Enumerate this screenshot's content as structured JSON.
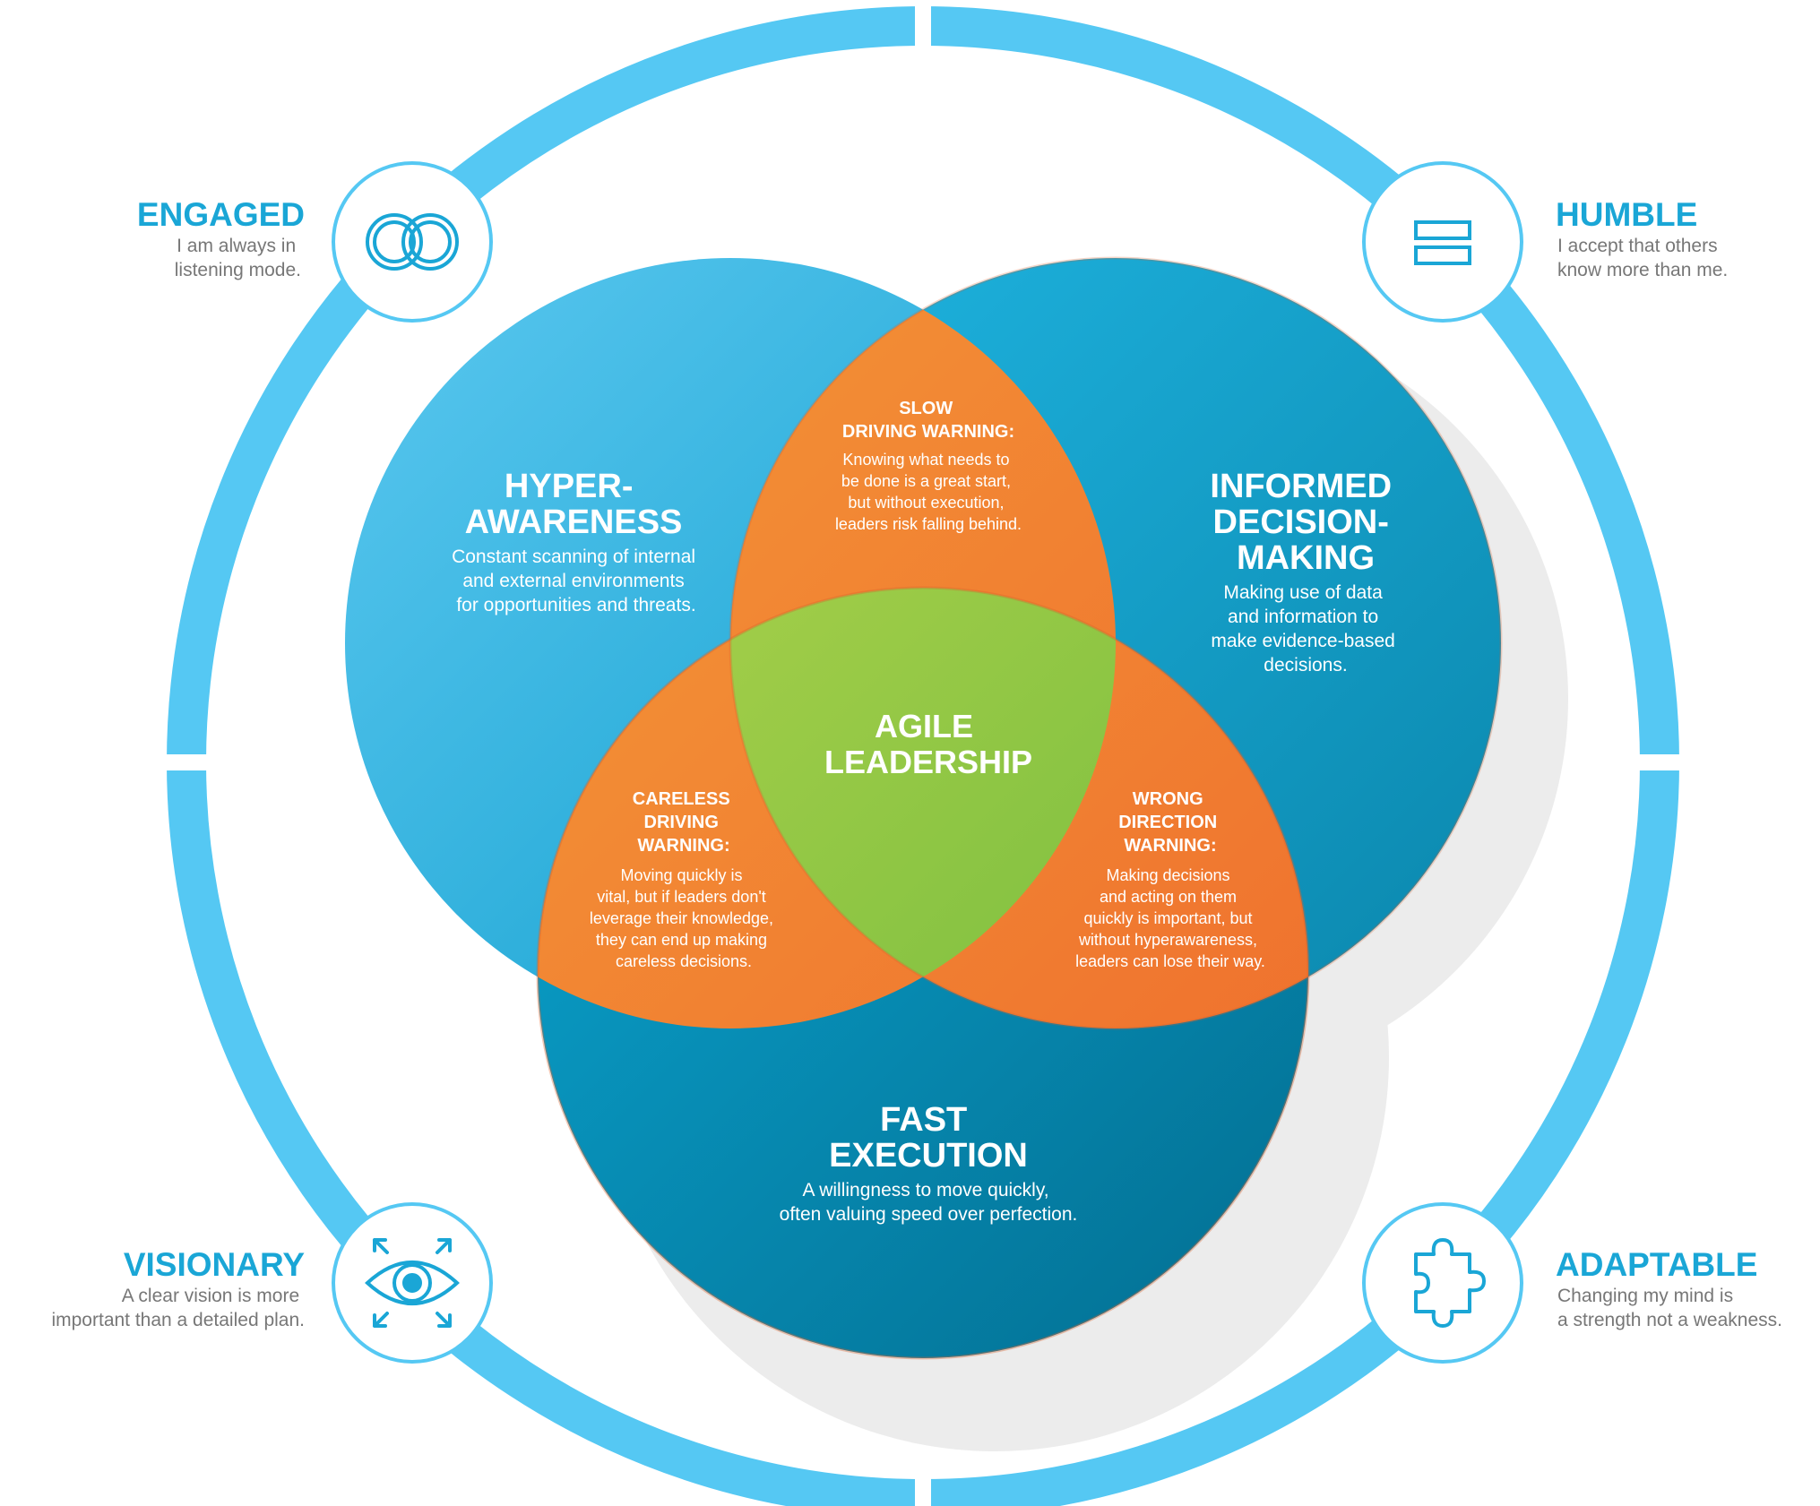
{
  "colors": {
    "ring": "#55c8f3",
    "trait_title": "#1aa6d6",
    "trait_desc": "#777777",
    "circle_blue": "#1aa6d6",
    "warning_orange": "#f07b2d",
    "center_green": "#8cc63f"
  },
  "circles": {
    "hyper": {
      "title_line1": "HYPER-",
      "title_line2": "AWARENESS",
      "desc_line1": "Constant scanning of internal",
      "desc_line2": "and external environments",
      "desc_line3": "for opportunities and threats."
    },
    "informed": {
      "title_line1": "INFORMED",
      "title_line2": "DECISION-",
      "title_line3": "MAKING",
      "desc_line1": "Making use of data",
      "desc_line2": "and information to",
      "desc_line3": "make evidence-based",
      "desc_line4": "decisions."
    },
    "fast": {
      "title_line1": "FAST",
      "title_line2": "EXECUTION",
      "desc_line1": "A willingness to move quickly,",
      "desc_line2": "often valuing speed over perfection."
    }
  },
  "warnings": {
    "slow": {
      "title_line1": "SLOW",
      "title_line2": "DRIVING WARNING:",
      "desc_line1": "Knowing what needs to",
      "desc_line2": "be done is a great start,",
      "desc_line3": "but without execution,",
      "desc_line4": "leaders risk falling behind."
    },
    "careless": {
      "title_line1": "CARELESS",
      "title_line2": "DRIVING",
      "title_line3": "WARNING:",
      "desc_line1": "Moving quickly is",
      "desc_line2": "vital, but if leaders don't",
      "desc_line3": "leverage their knowledge,",
      "desc_line4": "they can end up making",
      "desc_line5": "careless decisions."
    },
    "wrong": {
      "title_line1": "WRONG",
      "title_line2": "DIRECTION",
      "title_line3": "WARNING:",
      "desc_line1": "Making decisions",
      "desc_line2": "and acting on them",
      "desc_line3": "quickly is important, but",
      "desc_line4": "without hyperawareness,",
      "desc_line5": "leaders can lose their way."
    }
  },
  "center": {
    "line1": "AGILE",
    "line2": "LEADERSHIP"
  },
  "traits": {
    "engaged": {
      "title": "ENGAGED",
      "desc_line1": "I am always in",
      "desc_line2": "listening mode.",
      "icon": "interlocking-rings-icon"
    },
    "humble": {
      "title": "HUMBLE",
      "desc_line1": "I accept that others",
      "desc_line2": "know more than me.",
      "icon": "equals-bars-icon"
    },
    "visionary": {
      "title": "VISIONARY",
      "desc_line1": "A clear vision is more",
      "desc_line2": "important than a detailed plan.",
      "icon": "eye-icon"
    },
    "adaptable": {
      "title": "ADAPTABLE",
      "desc_line1": "Changing my mind is",
      "desc_line2": "a strength not a weakness.",
      "icon": "puzzle-piece-icon"
    }
  }
}
